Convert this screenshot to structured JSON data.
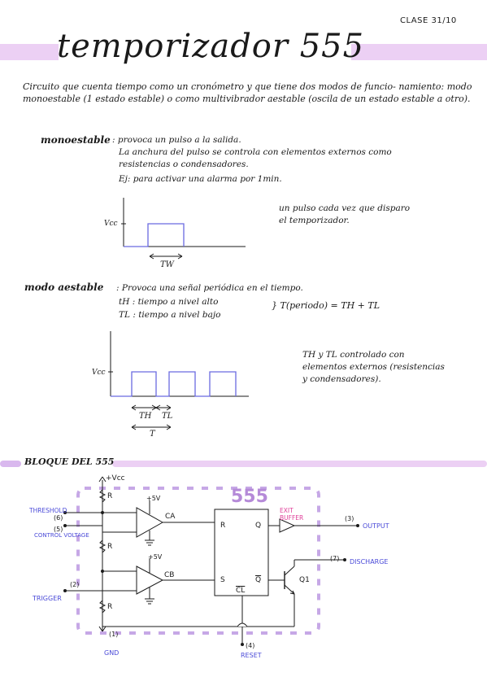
{
  "header": {
    "clase": "CLASE 31/10",
    "title": "temporizador 555",
    "highlight_color": "#e9c6f2"
  },
  "intro": "Circuito que cuenta tiempo como un cronómetro y que tiene dos modos de funcio- namiento: modo monoestable (1 estado estable) o como multivibrador aestable (oscila de un estado estable a otro).",
  "mono": {
    "label": "monoestable",
    "lines": [
      ": provoca un pulso a la salida.",
      "La anchura del pulso se controla con elementos externos como",
      "resistencias o condensadores.",
      "Ej: para activar una alarma por 1min."
    ],
    "note_lines": [
      "un pulso cada vez que disparo",
      "el temporizador."
    ],
    "vcc": "Vcc",
    "tw": "TW"
  },
  "aest": {
    "label": "modo aestable",
    "lines": [
      ": Provoca una señal periódica en el tiempo.",
      "tH : tiempo a nivel alto",
      "TL : tiempo a nivel bajo",
      "} T(periodo) = TH + TL"
    ],
    "note_lines": [
      "TH y TL controlado con",
      "elementos externos (resistencias",
      "y condensadores)."
    ],
    "vcc": "Vcc",
    "th": "TH",
    "tl": "TL",
    "t": "T"
  },
  "bloque": {
    "title": "BLOQUE DEL 555",
    "chip_label": "555",
    "vcc": "+Vcc",
    "r": "R",
    "plus5v": "+5V",
    "ca": "CA",
    "cb": "CB",
    "ff_r": "R",
    "ff_q": "Q",
    "ff_s": "S",
    "ff_qbar": "Q",
    "ff_cl": "CL",
    "q1": "Q1",
    "threshold": "THRESHOLD",
    "p6": "(6)",
    "p5": "(5)",
    "control_voltage": "CONTROL VOLTAGE",
    "p2": "(2)",
    "trigger": "TRIGGER",
    "p1": "(1)",
    "gnd": "GND",
    "p4": "(4)",
    "reset": "RESET",
    "exit_buffer_1": "EXIT",
    "exit_buffer_2": "BUFFER",
    "p3": "(3)",
    "output": "OUTPUT",
    "p7": "(7)",
    "discharge": "DISCHARGE",
    "blue": "#4a4ad8",
    "pink": "#e0409a",
    "purple": "#b58ad8"
  }
}
